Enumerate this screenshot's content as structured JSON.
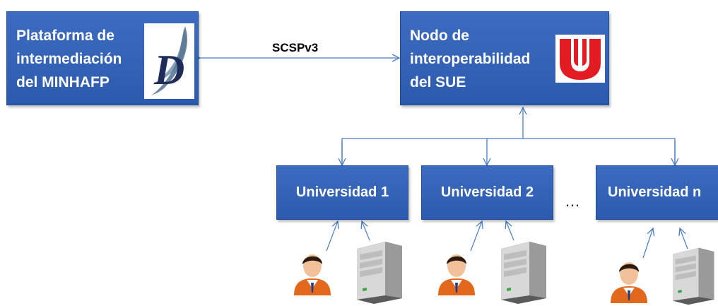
{
  "nodes": {
    "plataforma": {
      "lines": [
        "Plataforma de",
        "intermediación",
        "del MINHAFP"
      ]
    },
    "nodo": {
      "lines": [
        "Nodo de",
        "interoperabilidad",
        "del SUE"
      ]
    },
    "universidades": [
      {
        "label": "Universidad 1"
      },
      {
        "label": "Universidad 2"
      },
      {
        "label": "Universidad n"
      }
    ]
  },
  "edge_label": "SCSPv3",
  "ellipsis": "…",
  "icons": {
    "plataforma_logo": "d-swoosh-logo-icon",
    "sue_logo": "red-u-logo-icon",
    "user": "person-icon",
    "server": "server-tower-icon"
  },
  "colors": {
    "box_blue": "#2f5fb3",
    "connector_blue": "#4a7cc9",
    "sue_red": "#e31b23"
  }
}
